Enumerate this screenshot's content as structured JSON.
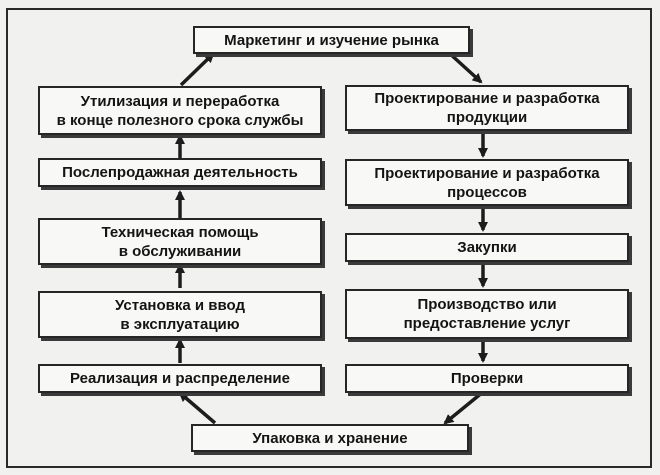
{
  "diagram": {
    "top": "Маркетинг и изучение рынка",
    "right": [
      "Проектирование и разработка\nпродукции",
      "Проектирование и разработка\nпроцессов",
      "Закупки",
      "Производство или\nпредоставление услуг",
      "Проверки"
    ],
    "bottom": "Упаковка и хранение",
    "left": [
      "Утилизация и переработка\nв конце полезного срока службы",
      "Послепродажная деятельность",
      "Техническая помощь\nв обслуживании",
      "Установка и ввод\nв эксплуатацию",
      "Реализация и распределение"
    ]
  }
}
